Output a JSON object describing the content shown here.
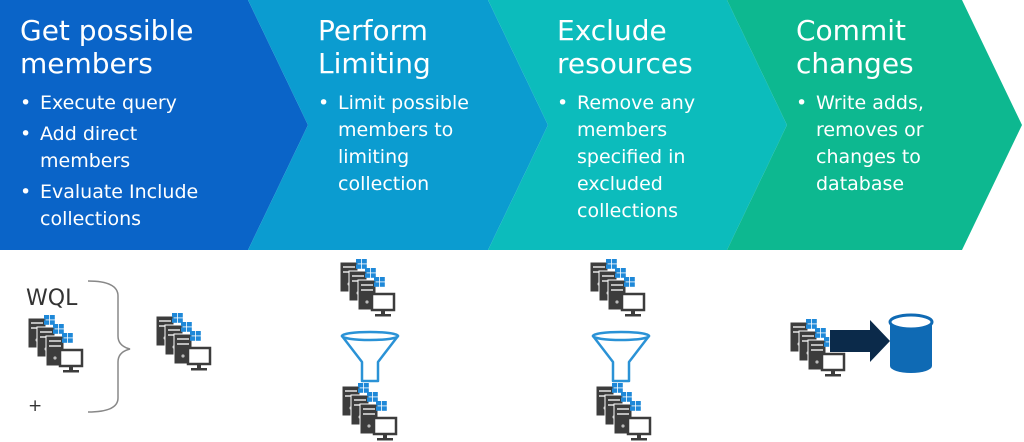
{
  "colors": {
    "step1": "#0a64c8",
    "step2": "#0b9cd0",
    "step3": "#0cbcbc",
    "step4": "#0db890",
    "funnel": "#2a92d6",
    "database": "#0f6ab4",
    "arrow": "#0b2a4a"
  },
  "steps": [
    {
      "title": [
        "Get possible",
        "members"
      ],
      "bullets": [
        "Execute query",
        "Add direct members",
        "Evaluate Include collections"
      ]
    },
    {
      "title": [
        "Perform",
        "Limiting"
      ],
      "bullets": [
        "Limit possible members to limiting collection"
      ]
    },
    {
      "title": [
        "Exclude",
        "resources"
      ],
      "bullets": [
        "Remove any members specified in excluded collections"
      ]
    },
    {
      "title": [
        "Commit",
        "changes"
      ],
      "bullets": [
        "Write adds, removes or changes to database"
      ]
    }
  ],
  "bottom": {
    "wql_label": "WQL",
    "plus_label": "+",
    "icons": [
      "computers-icon",
      "funnel-icon",
      "database-icon",
      "arrow-icon"
    ]
  }
}
